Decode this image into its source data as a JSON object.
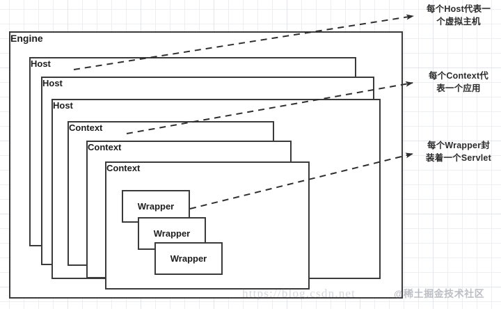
{
  "diagram": {
    "title": "Tomcat Engine / Host / Context / Wrapper nesting",
    "boxes": {
      "engine": {
        "label": "Engine"
      },
      "hosts": [
        {
          "label": "Host"
        },
        {
          "label": "Host"
        },
        {
          "label": "Host"
        }
      ],
      "contexts": [
        {
          "label": "Context"
        },
        {
          "label": "Context"
        },
        {
          "label": "Context"
        }
      ],
      "wrappers": [
        {
          "label": "Wrapper"
        },
        {
          "label": "Wrapper"
        },
        {
          "label": "Wrapper"
        }
      ]
    },
    "annotations": [
      {
        "id": "host-note",
        "line1": "每个Host代表一",
        "line2": "个虚拟主机"
      },
      {
        "id": "context-note",
        "line1": "每个Context代",
        "line2": "表一个应用"
      },
      {
        "id": "wrapper-note",
        "line1": "每个Wrapper封",
        "line2": "装着一个Servlet"
      }
    ],
    "watermark": {
      "url": "https://blog.csdn.net",
      "brand": "@稀土掘金技术社区"
    },
    "colors": {
      "box_stroke": "#3a3a3a",
      "box_fill": "#ffffff",
      "grid_line": "#eceef1",
      "grid_line_major": "#e3e6ea",
      "text": "#1d1d1d",
      "leader_line": "#333333"
    }
  }
}
